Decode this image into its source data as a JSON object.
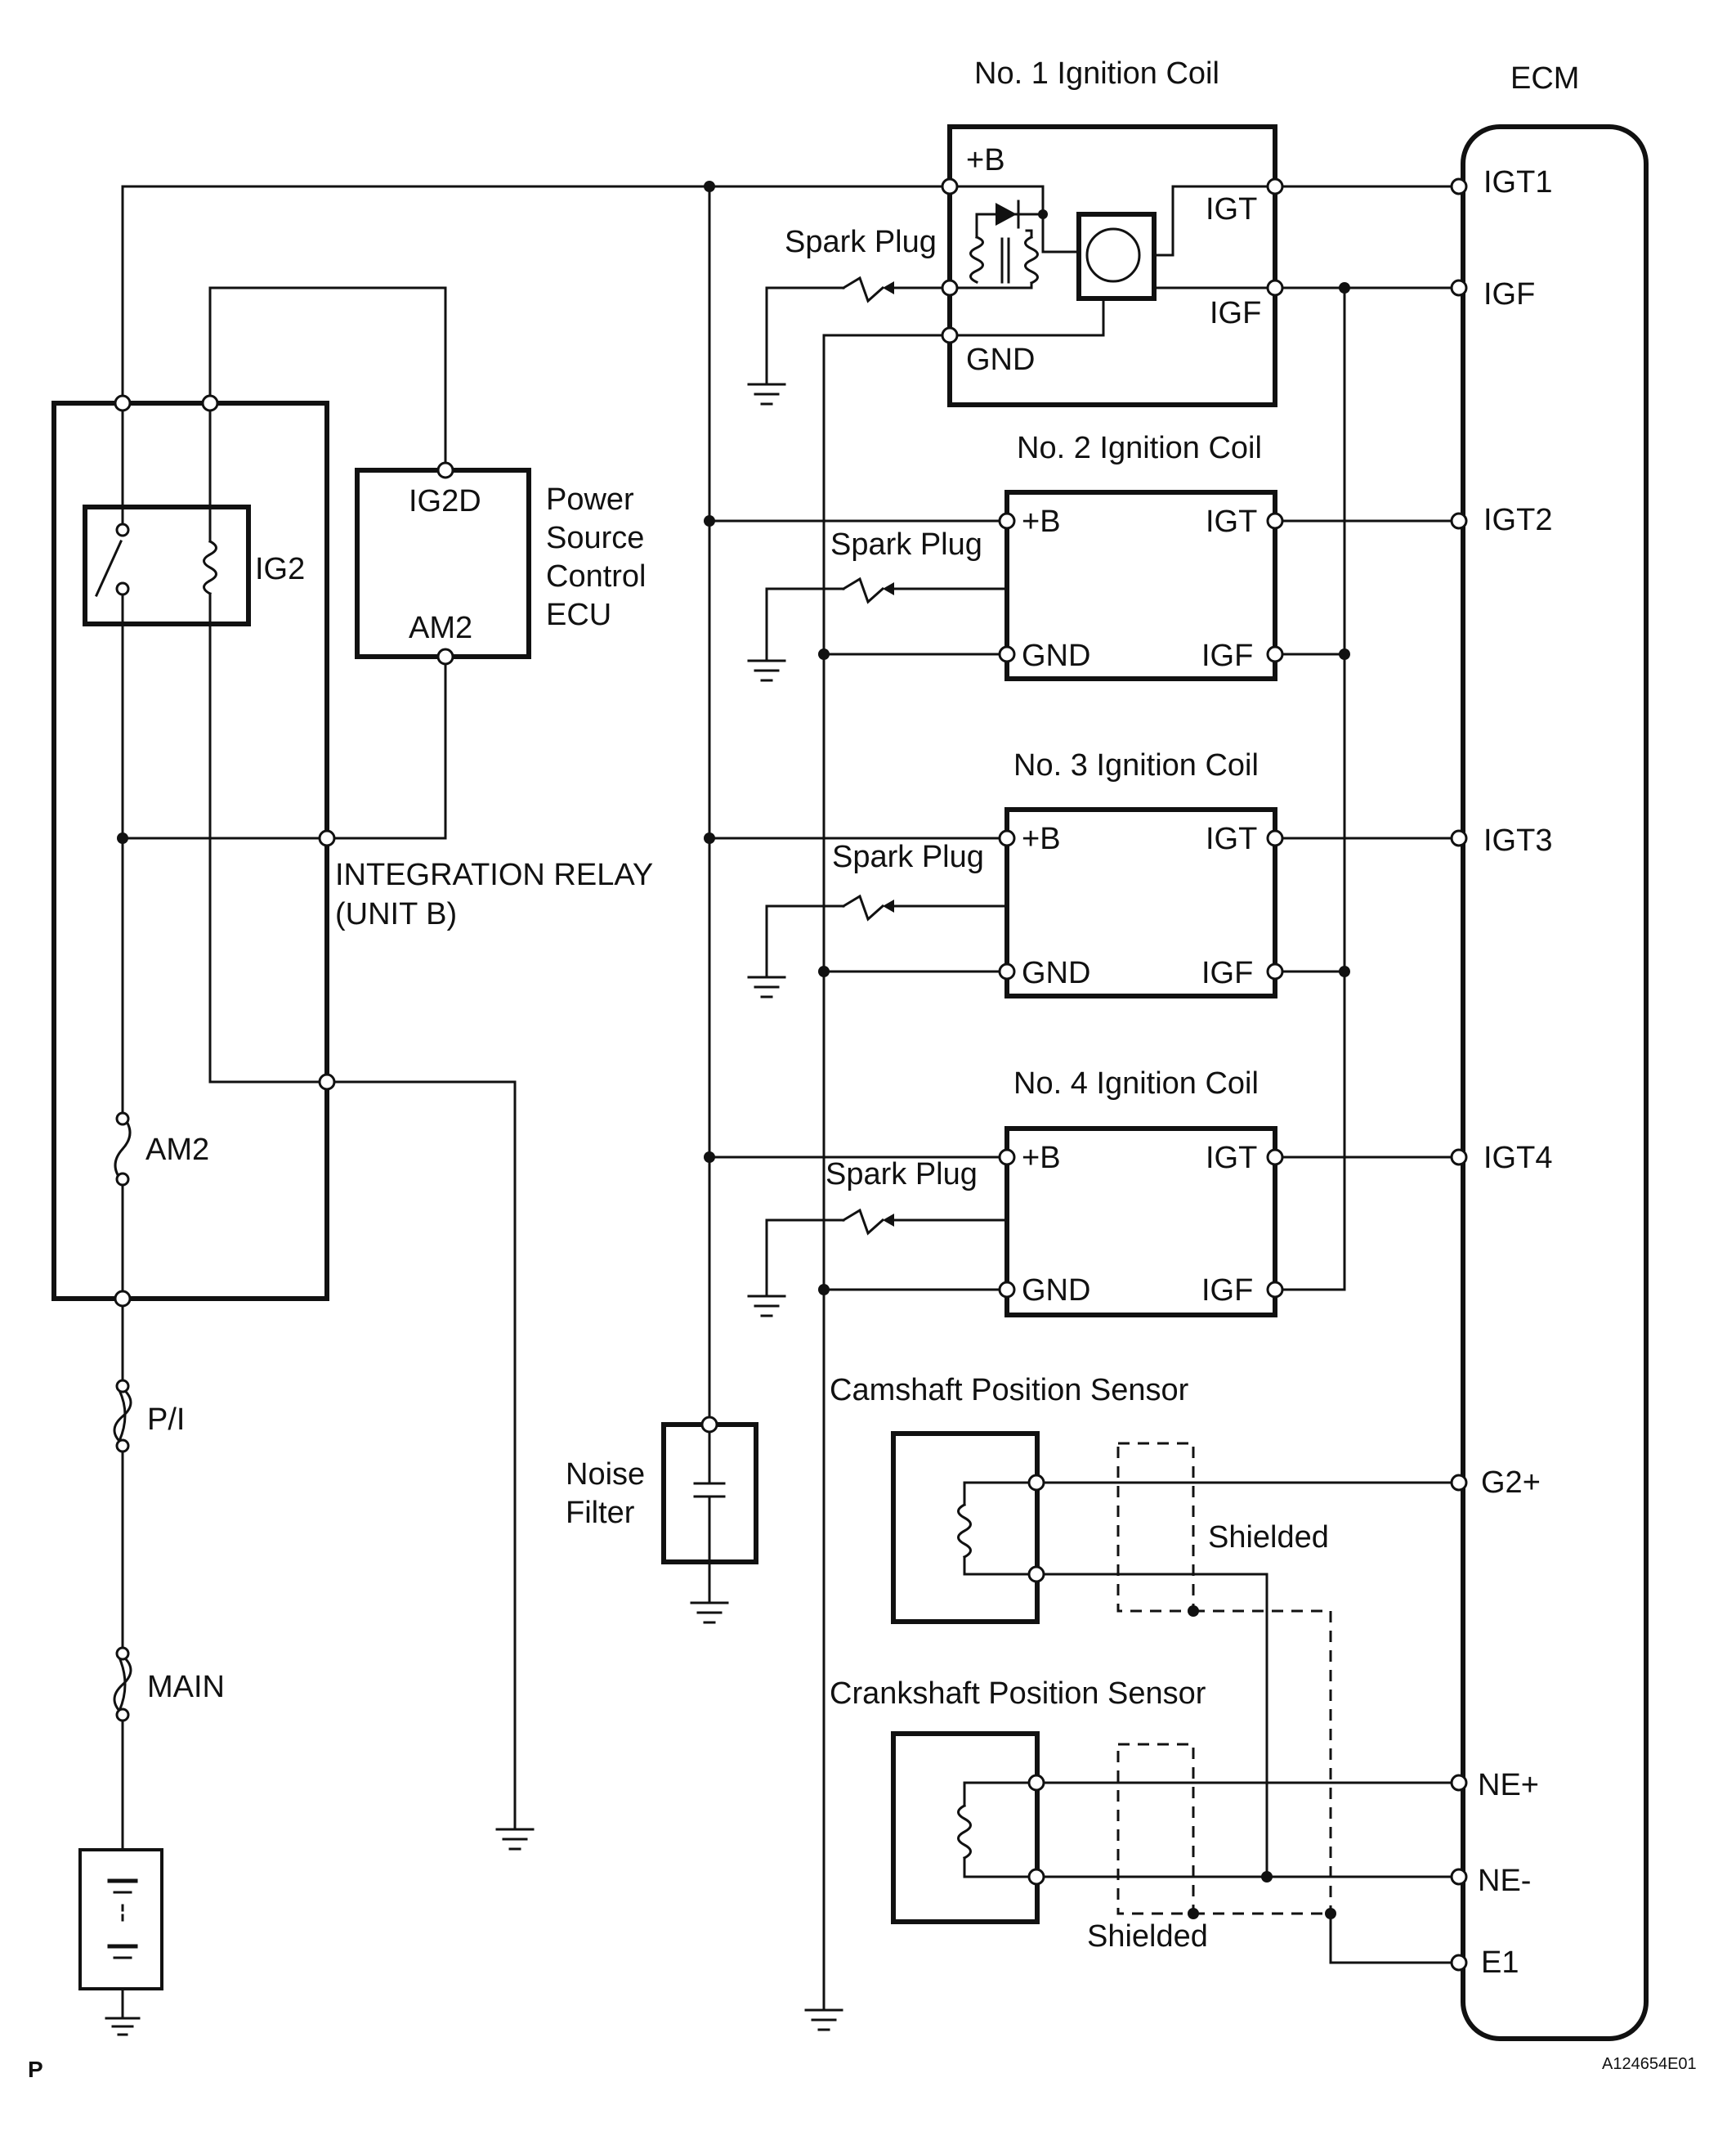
{
  "title_ecm": "ECM",
  "coils": [
    {
      "title": "No. 1 Ignition Coil",
      "b": "+B",
      "igt": "IGT",
      "igf": "IGF",
      "gnd": "GND",
      "plug": "Spark Plug"
    },
    {
      "title": "No. 2 Ignition Coil",
      "b": "+B",
      "igt": "IGT",
      "igf": "IGF",
      "gnd": "GND",
      "plug": "Spark Plug"
    },
    {
      "title": "No. 3 Ignition Coil",
      "b": "+B",
      "igt": "IGT",
      "igf": "IGF",
      "gnd": "GND",
      "plug": "Spark Plug"
    },
    {
      "title": "No. 4 Ignition Coil",
      "b": "+B",
      "igt": "IGT",
      "igf": "IGF",
      "gnd": "GND",
      "plug": "Spark Plug"
    }
  ],
  "ecm_pins": {
    "igt1": "IGT1",
    "igf": "IGF",
    "igt2": "IGT2",
    "igt3": "IGT3",
    "igt4": "IGT4",
    "g2p": "G2+",
    "nep": "NE+",
    "nem": "NE-",
    "e1": "E1"
  },
  "relay": {
    "ig2": "IG2",
    "am2": "AM2",
    "pi": "P/I",
    "main": "MAIN",
    "name_line1": "INTEGRATION RELAY",
    "name_line2": "(UNIT B)"
  },
  "power_ecu": {
    "ig2d": "IG2D",
    "am2": "AM2",
    "name_lines": [
      "Power",
      "Source",
      "Control",
      "ECU"
    ]
  },
  "noise_filter": [
    "Noise",
    "Filter"
  ],
  "sensors": {
    "cam": "Camshaft Position Sensor",
    "crank": "Crankshaft Position Sensor",
    "shield1": "Shielded",
    "shield2": "Shielded"
  },
  "corner_left": "P",
  "corner_right": "A124654E01"
}
